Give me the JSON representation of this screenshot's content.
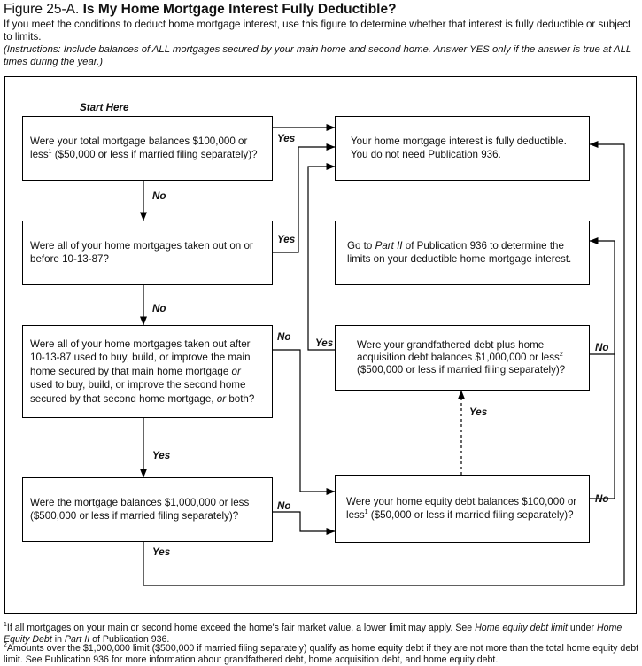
{
  "header": {
    "figure_number": "Figure 25-A.",
    "title": "Is My Home Mortgage Interest Fully Deductible?",
    "intro": "If you meet the conditions to deduct home mortgage interest, use this figure to determine whether that interest is fully deductible or subject to limits.",
    "instructions": "(Instructions: Include balances of ALL mortgages secured by your main home and second home. Answer YES only if the answer is true at ALL times during the year.)"
  },
  "flow": {
    "start_label": "Start Here",
    "q1": {
      "text": "Were your total mortgage balances $100,000 or less",
      "sup": "1",
      "text2": "($50,000 or less if married filing separately)?"
    },
    "q2": {
      "text": "Were all of your home mortgages taken out on or before 10-13-87?"
    },
    "q3": {
      "text1": "Were all of your home mortgages taken out after 10-13-87 used to buy, build, or improve the main home secured by that main home mortgage",
      "or1": "or",
      "text2": "used to buy, build, or improve the second home secured by that second home mortgage,",
      "or2": "or",
      "text3": "both?"
    },
    "q4": {
      "text": "Were the mortgage balances $1,000,000 or less ($500,000 or less if married filing separately)?"
    },
    "r1": {
      "text": "Your home mortgage interest is fully deductible. You do not need Publication 936."
    },
    "r2": {
      "text1": "Go to",
      "part": "Part II",
      "text2": "of Publication 936 to determine the limits on your deductible home mortgage interest."
    },
    "q5": {
      "text": "Were your grandfathered debt plus home acquisition debt balances $1,000,000 or less",
      "sup": "2",
      "text2": "($500,000 or less if married filing separately)?"
    },
    "q6": {
      "text": "Were your home equity debt balances $100,000 or less",
      "sup": "1",
      "text2": "($50,000 or less if married filing separately)?"
    },
    "yes": "Yes",
    "no": "No"
  },
  "footnotes": {
    "n1_mark": "1",
    "n1_a": "If all mortgages on your main or second home exceed the home's fair market value, a lower limit may apply. See",
    "n1_em1": "Home equity debt limit",
    "n1_b": "under",
    "n1_em2": "Home Equity Debt",
    "n1_c": "in",
    "n1_em3": "Part II",
    "n1_d": "of Publication 936.",
    "n2_mark": "2",
    "n2": "Amounts over the $1,000,000 limit ($500,000 if married filing separately) qualify as home equity debt if they are not more than the total home equity debt limit. See Publication 936 for more information about grandfathered debt, home acquisition debt, and home equity debt."
  }
}
